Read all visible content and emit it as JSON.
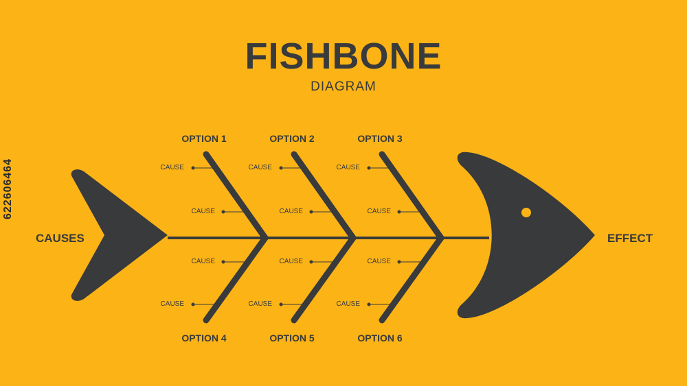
{
  "title": "FISHBONE",
  "subtitle": "DIAGRAM",
  "causes_label": "CAUSES",
  "effect_label": "EFFECT",
  "options": {
    "top": [
      "OPTION 1",
      "OPTION 2",
      "OPTION 3"
    ],
    "bottom": [
      "OPTION 4",
      "OPTION 5",
      "OPTION 6"
    ]
  },
  "cause_label": "CAUSE",
  "watermark_id": "622606464",
  "colors": {
    "background": "#FCB316",
    "ink": "#383A3B"
  }
}
